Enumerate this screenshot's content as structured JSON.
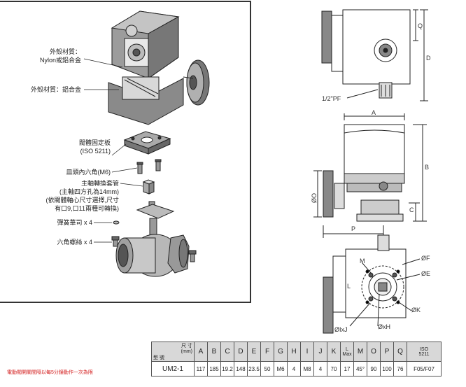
{
  "left_labels": {
    "housing_top": "外殼材質：\nNylon或鋁合金",
    "housing_bottom": "外殼材質：鋁合金",
    "mount_plate": "閥體固定板\n(ISO 5211)",
    "socket_screw": "皿頭內六角(M6)",
    "shaft_sleeve": "主軸轉換套管\n(主軸四方孔為14mm)\n(依閥體軸心尺寸選擇,尺寸\n有口9,口11兩種可轉換)",
    "spring_washer": "彈簧華司 x 4",
    "hex_bolt": "六角螺絲 x 4"
  },
  "dimension_labels": {
    "Q": "Q",
    "D": "D",
    "PF": "1/2\"PF",
    "A": "A",
    "B": "B",
    "C": "C",
    "O": "ØO",
    "P": "P",
    "M": "M",
    "L": "L",
    "F": "ØF",
    "E": "ØE",
    "K": "ØK",
    "IxJ": "ØIxJ",
    "xH": "ØxH"
  },
  "table": {
    "header_size": "尺 寸",
    "header_unit": "(mm)",
    "header_model": "型 號",
    "columns": [
      "A",
      "B",
      "C",
      "D",
      "E",
      "F",
      "G",
      "H",
      "I",
      "J",
      "K",
      "L\nMax",
      "M",
      "O",
      "P",
      "Q",
      "ISO\n5211"
    ],
    "rows": [
      {
        "model": "UM2-1",
        "values": [
          "117",
          "185",
          "19.2",
          "148",
          "23.5",
          "50",
          "M6",
          "4",
          "M8",
          "4",
          "70",
          "17",
          "45°",
          "90",
          "100",
          "76",
          "F05/F07"
        ]
      }
    ]
  },
  "note": "電動閥開關間隔以每5分鐘動作一次為限"
}
